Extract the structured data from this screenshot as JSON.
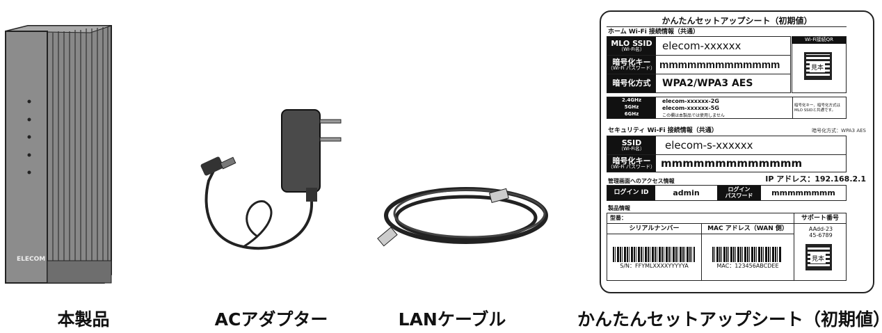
{
  "captions": {
    "router": "本製品",
    "adapter": "ACアダプター",
    "cable": "LANケーブル",
    "sheet": "かんたんセットアップシート（初期値）"
  },
  "router": {
    "brand": "ELECOM"
  },
  "sheet": {
    "title": "かんたんセットアップシート（初期値）",
    "home_section": "ホーム Wi-Fi 接続情報（共通）",
    "mlo_ssid_label": "MLO SSID",
    "mlo_ssid_sub": "（Wi-Fi名）",
    "mlo_ssid_value": "elecom-xxxxxx",
    "key_label": "暗号化キー",
    "key_sub": "（Wi-Fi パスワード）",
    "key_value": "mmmmmmmmmmmmm",
    "method_label": "暗号化方式",
    "method_value": "WPA2/WPA3 AES",
    "qr_header": "Wi-Fi接続QR",
    "qr_sample": "見本",
    "bands": [
      {
        "band": "2.4GHz",
        "ssid": "elecom-xxxxxx-2G"
      },
      {
        "band": "5GHz",
        "ssid": "elecom-xxxxxx-5G"
      },
      {
        "band": "6GHz",
        "ssid": "この欄は本製品では使用しません"
      }
    ],
    "band_note": "暗号化キー、暗号化方式はMLO SSIDと共通です。",
    "security_section": "セキュリティ Wi-Fi 接続情報（共通）",
    "security_method": "暗号化方式：WPA3 AES",
    "sec_ssid_label": "SSID",
    "sec_ssid_sub": "（Wi-Fi名）",
    "sec_ssid_value": "elecom-s-xxxxxx",
    "sec_key_label": "暗号化キー",
    "sec_key_sub": "（Wi-Fi パスワード）",
    "sec_key_value": "mmmmmmmmmmmmm",
    "admin_section": "管理画面へのアクセス情報",
    "ip_address": "IP アドレス：192.168.2.1",
    "login_id_label": "ログイン ID",
    "login_id_value": "admin",
    "login_pw_label1": "ログイン",
    "login_pw_label2": "パスワード",
    "login_pw_value": "mmmmmmmm",
    "product_section": "製品情報",
    "model_label": "型番：",
    "support_label": "サポート番号",
    "support_number": "AAdd-23 45-6789",
    "serial_header": "シリアルナンバー",
    "serial_value": "S/N：FFYMLXXXXYYYYYA",
    "mac_header": "MAC アドレス（WAN 側）",
    "mac_value": "MAC：123456ABCDEE"
  }
}
